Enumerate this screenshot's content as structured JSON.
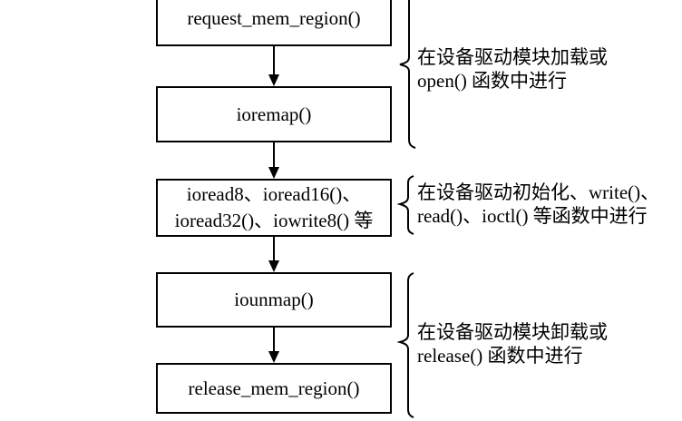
{
  "diagram": {
    "title_semantic": "memory-mapped-io-call-flow",
    "colors": {
      "line": "#000000",
      "background": "#ffffff",
      "text": "#000000"
    },
    "boxes": [
      {
        "label": "request_mem_region()"
      },
      {
        "label": "ioremap()"
      },
      {
        "line1": "ioread8、ioread16()、",
        "line2": "ioread32()、iowrite8() 等"
      },
      {
        "label": "iounmap()"
      },
      {
        "label": "release_mem_region()"
      }
    ],
    "annotations": [
      {
        "line1": "在设备驱动模块加载或",
        "line2": "open() 函数中进行"
      },
      {
        "line1": "在设备驱动初始化、write()、",
        "line2": "read()、ioctl() 等函数中进行"
      },
      {
        "line1": "在设备驱动模块卸载或",
        "line2": "release() 函数中进行"
      }
    ]
  }
}
